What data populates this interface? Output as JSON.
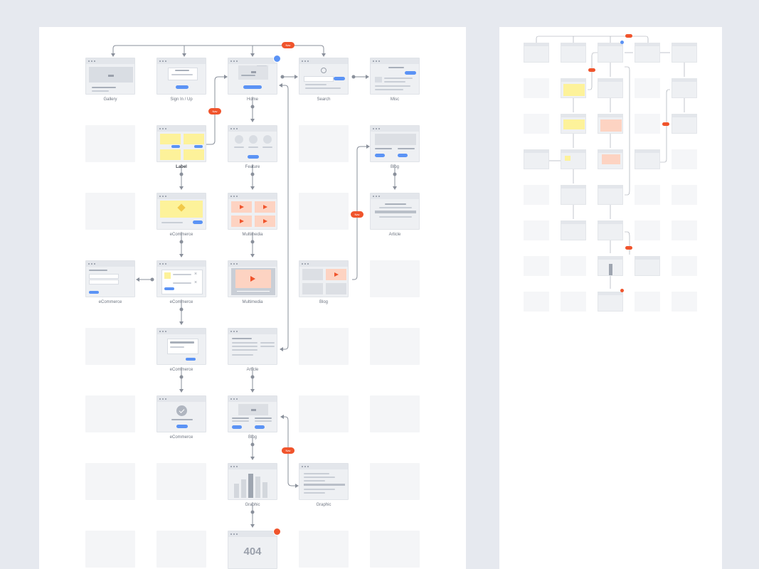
{
  "main": {
    "captions": {
      "gallery": "Gallery",
      "sign": "Sign In / Up",
      "home": "Home",
      "search": "Search",
      "misc": "Misc",
      "label": "Label",
      "feature": "Feature",
      "blog_r2": "Blog",
      "ecommerce_r3": "eCommerce",
      "multimedia_r3": "Multimedia",
      "article_r3": "Article",
      "ecommerce_r4a": "eCommerce",
      "ecommerce_r4b": "eCommerce",
      "multimedia_r4": "Multimedia",
      "blog_r4": "Blog",
      "ecommerce_r5": "eCommerce",
      "article_r5": "Article",
      "ecommerce_r6": "eCommerce",
      "blog_r6": "Blog",
      "graphic_r7": "Graphic",
      "graphic_r7b": "Graphic"
    },
    "tags": {
      "top": "Nav",
      "label_home": "Nav",
      "blog_link": "Nav",
      "graphic_link": "Nav"
    },
    "error_code": "404"
  },
  "colors": {
    "background": "#e6e9ef",
    "board": "#ffffff",
    "accent_blue": "#5b93f5",
    "tag_red": "#f0542c",
    "yellow": "#fdf29a",
    "salmon": "#fdd3c2"
  }
}
